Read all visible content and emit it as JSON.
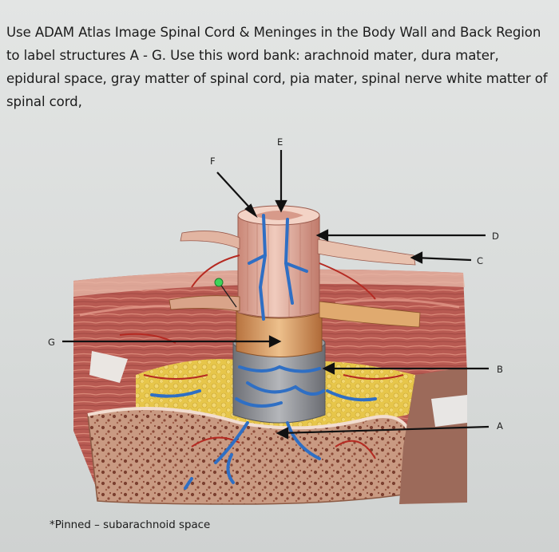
{
  "instructions": "Use ADAM Atlas Image Spinal Cord & Meninges in the Body Wall and Back Region to label structures A - G. Use this word bank: arachnoid mater, dura mater, epidural space, gray matter of spinal cord, pia mater, spinal nerve white matter of spinal cord,",
  "labels": {
    "a": "A",
    "b": "B",
    "c": "C",
    "d": "D",
    "e": "E",
    "f": "F",
    "g": "G"
  },
  "footnote": "*Pinned – subarachnoid space",
  "colors": {
    "background": "#d8dbda",
    "muscle": "#b85a52",
    "bone": "#c99a82",
    "fat": "#e7c64a",
    "vein": "#2f6fc4",
    "dura": "#8c8e92",
    "arachnoid": "#d8a56c",
    "cord": "#e3b3a3",
    "pin": "#3fd35a"
  }
}
